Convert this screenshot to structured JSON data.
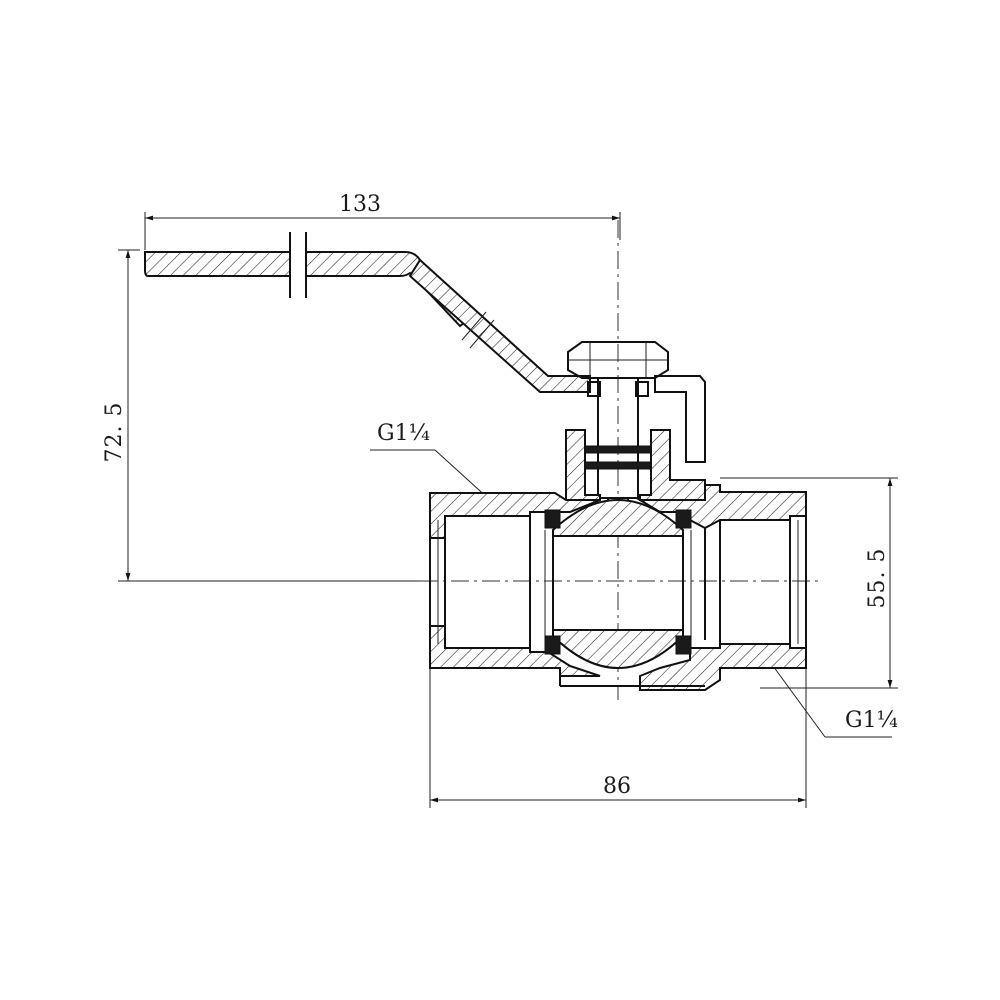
{
  "drawing": {
    "dimensions": {
      "handle_length": "133",
      "height": "72. 5",
      "body_length": "86",
      "body_height": "55. 5"
    },
    "thread_labels": {
      "left": "G1¼",
      "right": "G1¼"
    },
    "colors": {
      "line": "#1a1a1a",
      "background": "#ffffff"
    }
  }
}
